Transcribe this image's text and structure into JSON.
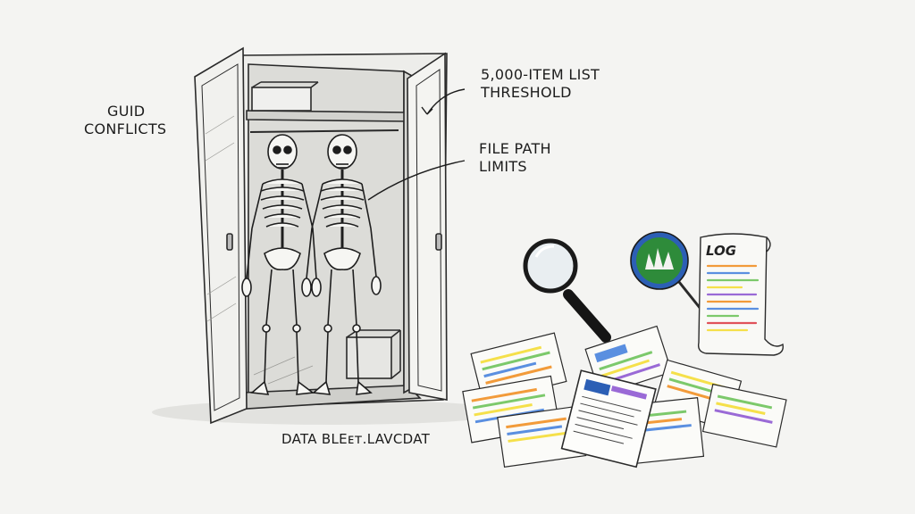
{
  "labels": {
    "guid_line1": "GUID",
    "guid_line2": "CONFLICTS",
    "threshold_line1": "5,000-ITEM LIST",
    "threshold_line2": "THRESHOLD",
    "filepath_line1": "FILE PATH",
    "filepath_line2": "LIMITS",
    "data_caption": "DATA BLEᴇᴛ.LAVCDAT"
  },
  "log": {
    "title": "LOG"
  },
  "icons": [
    "wardrobe-icon",
    "skeleton-icon",
    "magnifier-icon",
    "badge-icon",
    "log-scroll-icon",
    "document-pile-icon"
  ],
  "colors": {
    "ink": "#1c1c1c",
    "paper": "#f4f4f2",
    "highlight_yellow": "#f5e04a",
    "highlight_orange": "#f29b3a",
    "highlight_green": "#7cc96b",
    "highlight_blue": "#5a8fe0",
    "highlight_purple": "#9a6ad6",
    "badge_green": "#2e8b3a",
    "badge_blue": "#2c5fb5"
  }
}
